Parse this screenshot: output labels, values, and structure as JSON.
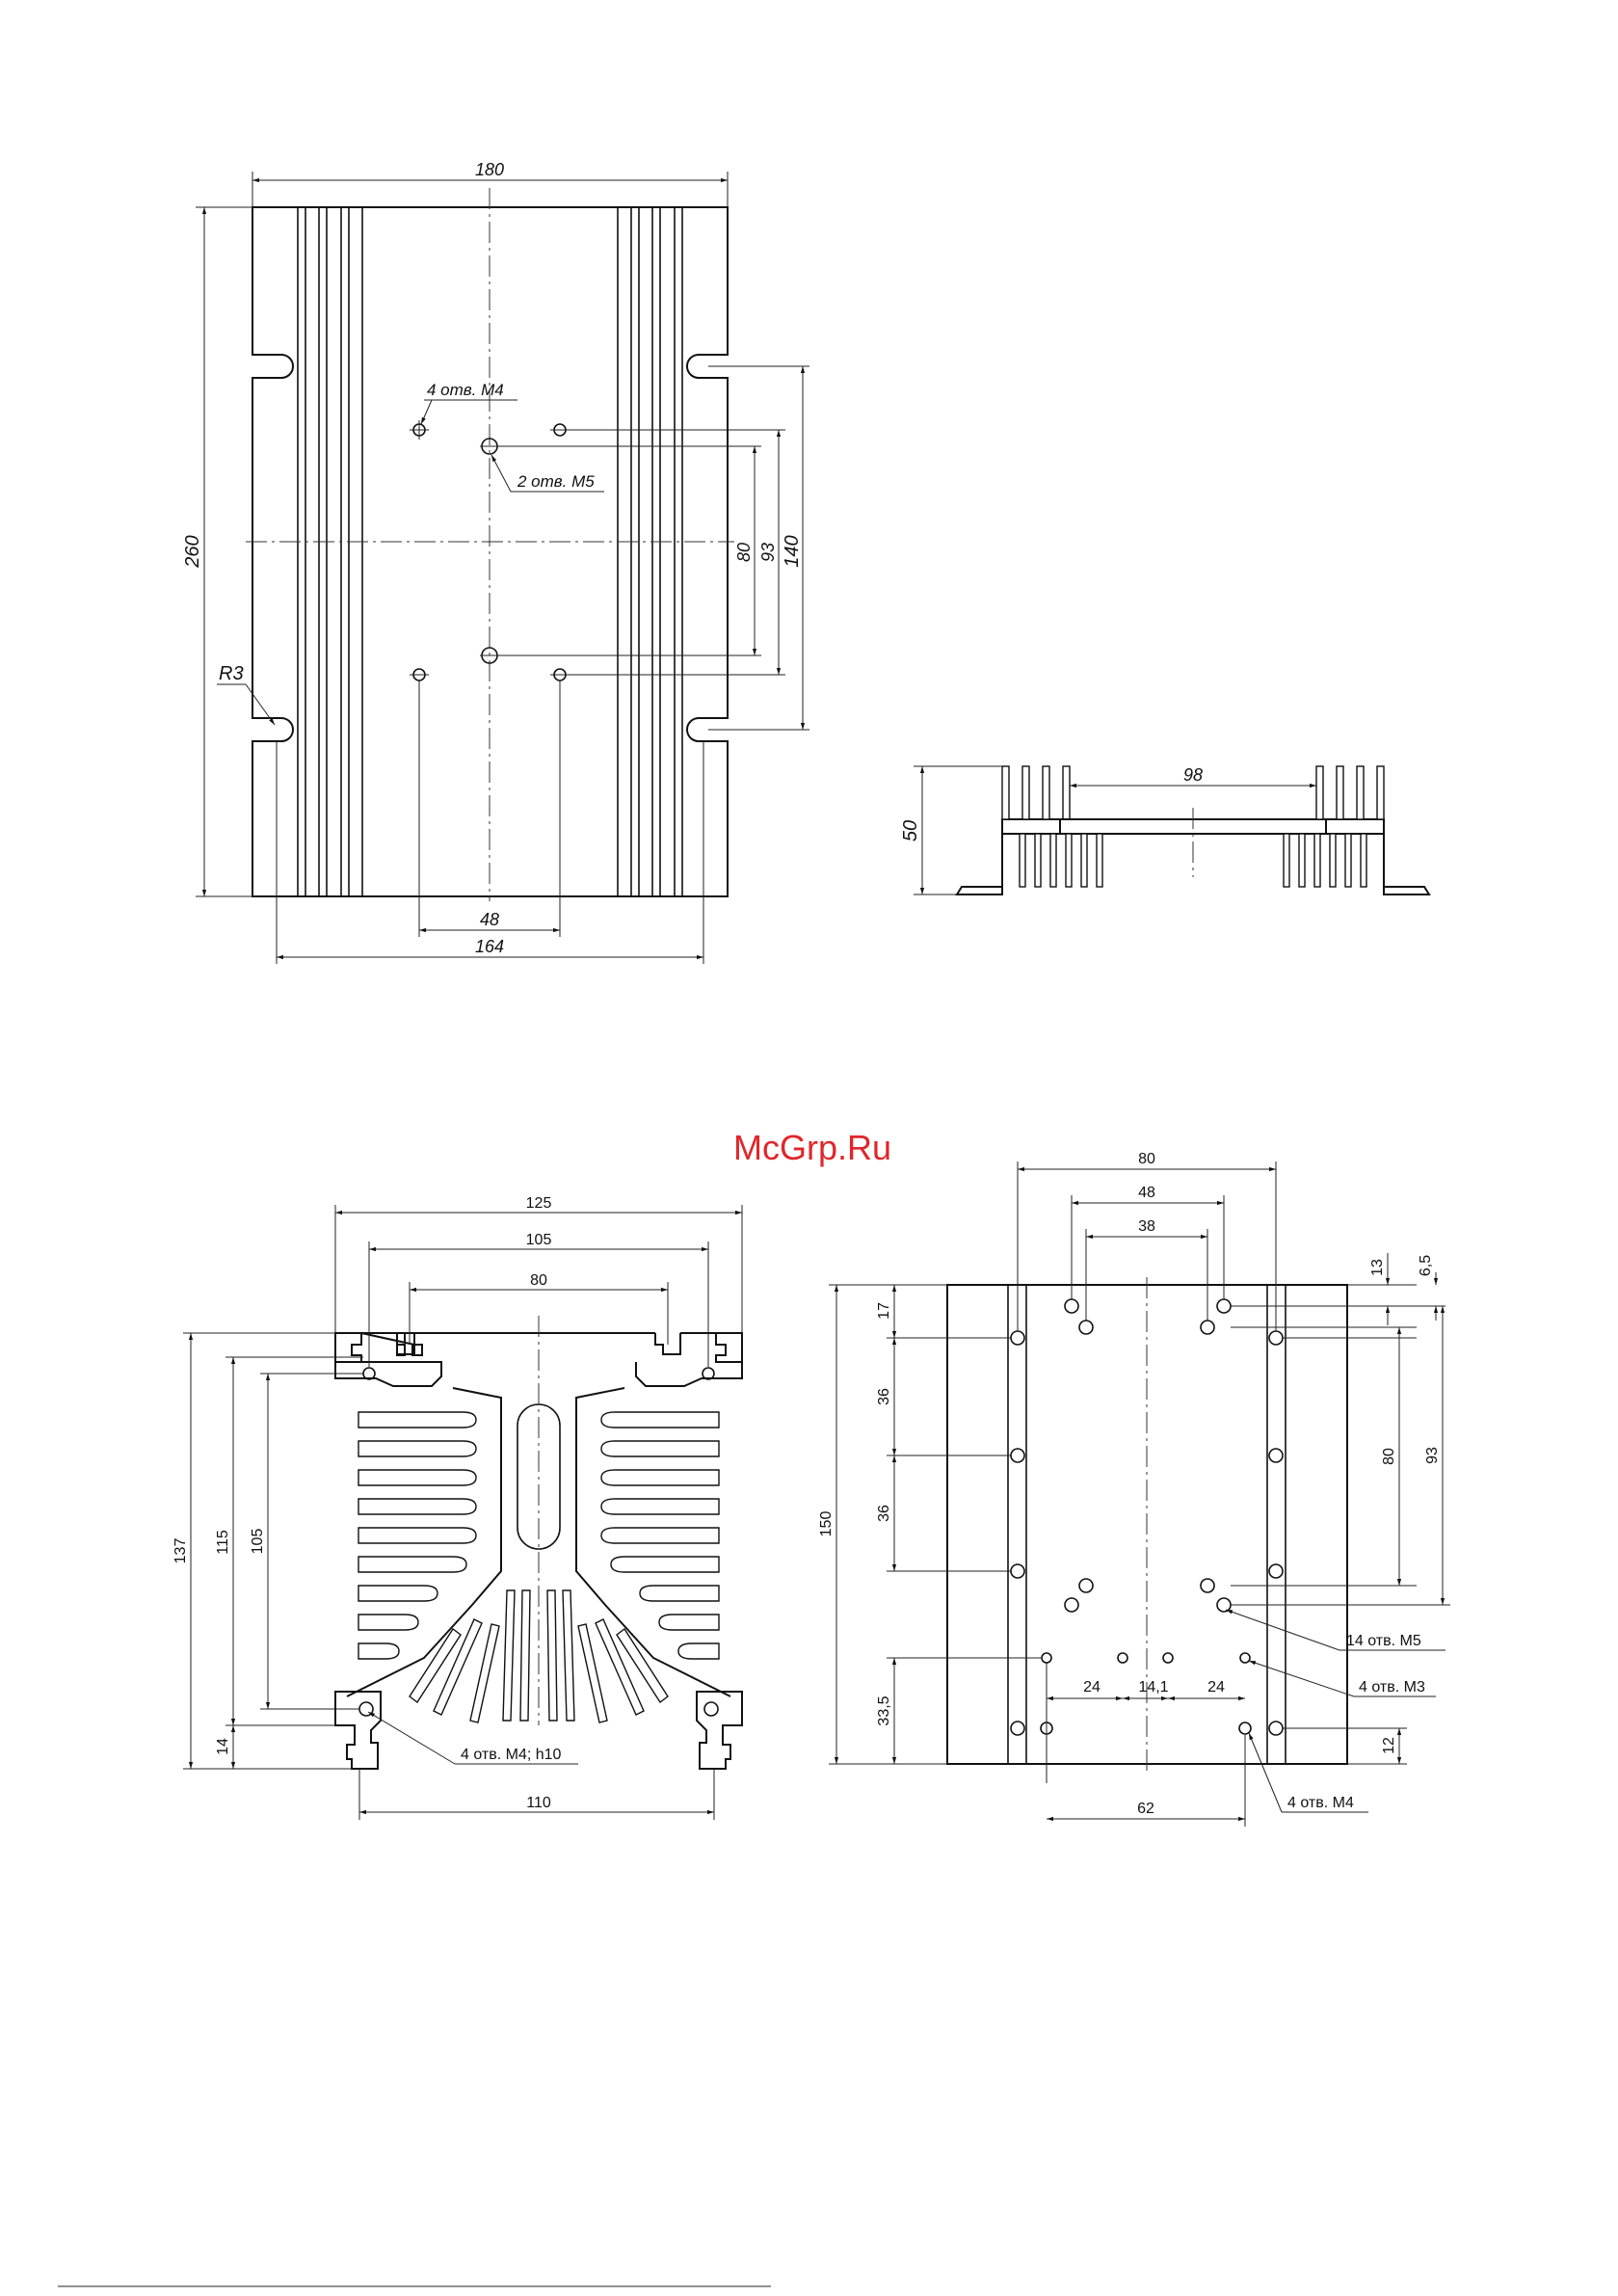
{
  "watermark": "McGrp.Ru",
  "drawing1": {
    "dim_width_top": "180",
    "dim_height": "260",
    "dim_inner_height": "140",
    "dim_hole_93": "93",
    "dim_hole_80": "80",
    "dim_bottom_48": "48",
    "dim_bottom_164": "164",
    "radius": "R3",
    "note_m4": "4 отв. М4",
    "note_m5": "2 отв. М5"
  },
  "drawing2": {
    "dim_98": "98",
    "dim_50": "50"
  },
  "drawing3": {
    "dim_125": "125",
    "dim_105_top": "105",
    "dim_80": "80",
    "dim_137": "137",
    "dim_115": "115",
    "dim_105_side": "105",
    "dim_14": "14",
    "dim_110": "110",
    "note_m4_h10": "4 отв. М4; h10"
  },
  "drawing4": {
    "dim_80_top": "80",
    "dim_48": "48",
    "dim_38": "38",
    "dim_13": "13",
    "dim_6_5": "6,5",
    "dim_17": "17",
    "dim_36_a": "36",
    "dim_36_b": "36",
    "dim_150": "150",
    "dim_33_5": "33,5",
    "dim_80_right": "80",
    "dim_93_right": "93",
    "dim_12": "12",
    "dim_24_a": "24",
    "dim_14_1": "14,1",
    "dim_24_b": "24",
    "dim_62": "62",
    "note_m5": "14 отв. М5",
    "note_m3": "4 отв. М3",
    "note_m4": "4 отв. М4"
  }
}
